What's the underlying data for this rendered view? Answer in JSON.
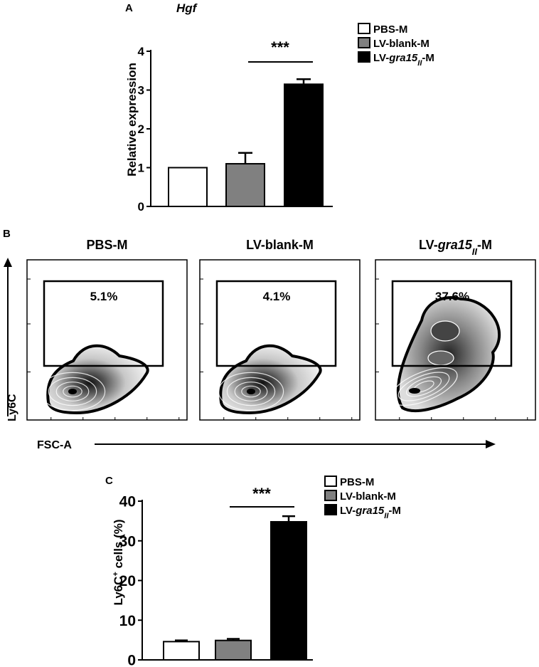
{
  "panel_a": {
    "letter": "A",
    "title": "Hgf",
    "ylabel": "Relative expression",
    "significance": "***",
    "chart_data": {
      "type": "bar",
      "categories": [
        "PBS-M",
        "LV-blank-M",
        "LV-gra15II-M"
      ],
      "values": [
        1.0,
        1.1,
        3.15
      ],
      "errors": [
        0.0,
        0.28,
        0.13
      ],
      "ylim": [
        0,
        4
      ],
      "yticks": [
        "0",
        "1",
        "2",
        "3",
        "4"
      ],
      "colors": [
        "#ffffff",
        "#808080",
        "#000000"
      ]
    },
    "legend": [
      {
        "pre": "PBS-M",
        "ital": "",
        "sub": "",
        "post": "",
        "color": "#ffffff"
      },
      {
        "pre": "LV-blank-M",
        "ital": "",
        "sub": "",
        "post": "",
        "color": "#808080"
      },
      {
        "pre": "LV-",
        "ital": "gra15",
        "sub": "II",
        "post": "-M",
        "color": "#000000"
      }
    ]
  },
  "panel_b": {
    "letter": "B",
    "yaxis_label": "Ly6C",
    "xaxis_label": "FSC-A",
    "plots": [
      {
        "title_pre": "PBS-M",
        "title_ital": "",
        "title_sub": "",
        "title_post": "",
        "gate_pct": "5.1%"
      },
      {
        "title_pre": "LV-blank-M",
        "title_ital": "",
        "title_sub": "",
        "title_post": "",
        "gate_pct": "4.1%"
      },
      {
        "title_pre": "LV-",
        "title_ital": "gra15",
        "title_sub": "II",
        "title_post": "-M",
        "gate_pct": "37.6%"
      }
    ]
  },
  "panel_c": {
    "letter": "C",
    "ylabel_pre": "Ly6C",
    "ylabel_sup": "+",
    "ylabel_post": " cells (%)",
    "significance": "***",
    "chart_data": {
      "type": "bar",
      "categories": [
        "PBS-M",
        "LV-blank-M",
        "LV-gra15II-M"
      ],
      "values": [
        4.6,
        4.9,
        34.8
      ],
      "errors": [
        0.3,
        0.4,
        1.4
      ],
      "ylim": [
        0,
        40
      ],
      "yticks": [
        "0",
        "10",
        "20",
        "30",
        "40"
      ],
      "colors": [
        "#ffffff",
        "#808080",
        "#000000"
      ]
    },
    "legend": [
      {
        "pre": "PBS-M",
        "ital": "",
        "sub": "",
        "post": "",
        "color": "#ffffff"
      },
      {
        "pre": "LV-blank-M",
        "ital": "",
        "sub": "",
        "post": "",
        "color": "#808080"
      },
      {
        "pre": "LV-",
        "ital": "gra15",
        "sub": "II",
        "post": "-M",
        "color": "#000000"
      }
    ]
  }
}
